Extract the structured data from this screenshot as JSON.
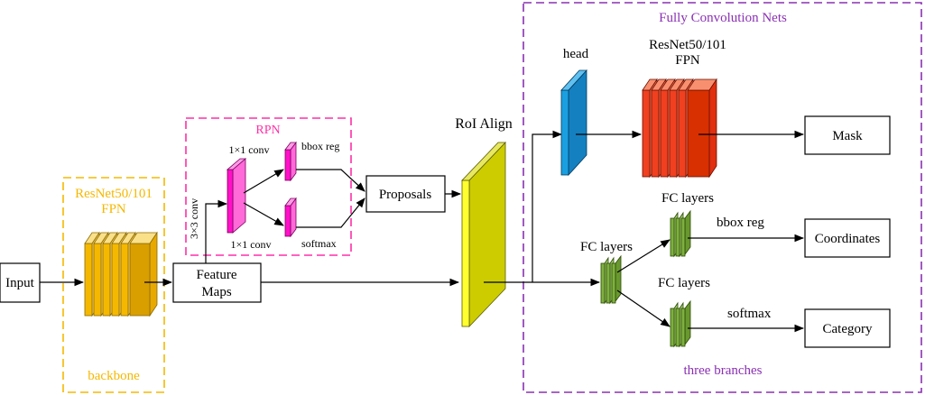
{
  "colors": {
    "backbone": "#f5b800",
    "rpn": "#ff2fa8",
    "fcn": "#8a30b4",
    "conv_magenta": "#ff10c8",
    "head_blue": "#1aa0e0",
    "fpn_red": "#f04020",
    "fc_green": "#7fb040",
    "roi_yellow": "#d6d600"
  },
  "backbone": {
    "title_line1": "ResNet50/101",
    "title_line2": "FPN",
    "caption": "backbone"
  },
  "input": {
    "label": "Input"
  },
  "feature_maps": {
    "line1": "Feature",
    "line2": "Maps"
  },
  "rpn": {
    "title": "RPN",
    "conv3": "3×3 conv",
    "conv1_top": "1×1 conv",
    "conv1_bottom": "1×1 conv",
    "bbox_reg": "bbox reg",
    "softmax": "softmax"
  },
  "proposals": {
    "label": "Proposals"
  },
  "roi_align": {
    "label": "RoI Align"
  },
  "fcn": {
    "title": "Fully Convolution Nets",
    "head": "head",
    "fpn_line1": "ResNet50/101",
    "fpn_line2": "FPN",
    "caption": "three branches"
  },
  "branches": {
    "fc_layers_mid": "FC layers",
    "fc_layers_top": "FC layers",
    "fc_layers_bottom": "FC layers",
    "bbox_reg": "bbox reg",
    "softmax": "softmax"
  },
  "outputs": {
    "mask": "Mask",
    "coordinates": "Coordinates",
    "category": "Category"
  }
}
